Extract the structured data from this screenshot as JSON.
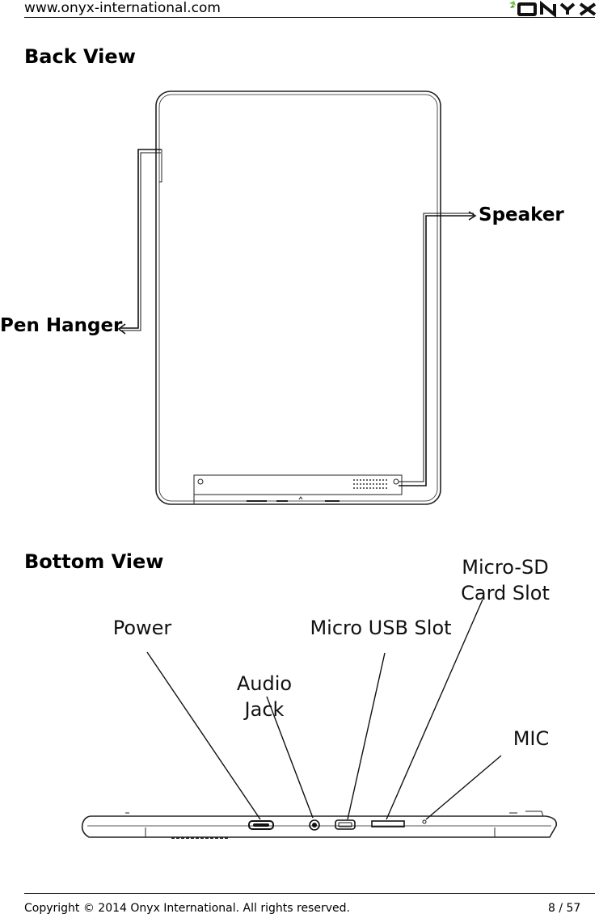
{
  "header": {
    "url": "www.onyx-international.com",
    "logo_text": "ONYX"
  },
  "back_view": {
    "title": "Back View",
    "labels": {
      "speaker": "Speaker",
      "pen_hanger": "Pen Hanger"
    }
  },
  "bottom_view": {
    "title": "Bottom View",
    "labels": {
      "micro_sd_line1": "Micro-SD",
      "micro_sd_line2": "Card Slot",
      "power": "Power",
      "micro_usb": "Micro USB Slot",
      "audio_line1": "Audio",
      "audio_line2": "Jack",
      "mic": "MIC"
    }
  },
  "footer": {
    "copyright": "Copyright © 2014 Onyx International. All rights reserved.",
    "page": "8 / 57"
  }
}
